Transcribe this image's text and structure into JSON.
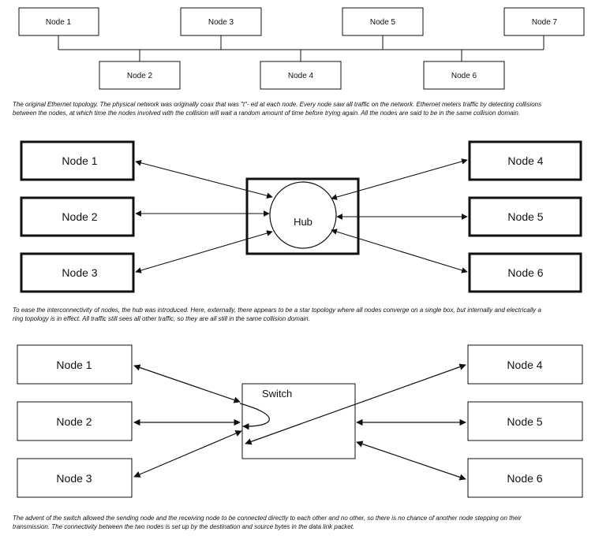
{
  "bus_diagram": {
    "nodes": [
      "Node 1",
      "Node 3",
      "Node 5",
      "Node 7",
      "Node 2",
      "Node 4",
      "Node 6"
    ],
    "caption": "The original Ethernet topology. The physical network was originally coax that was \"t\"- ed at each node. Every node saw all traffic on the network. Ethernet meters traffic by detecting collisions between the nodes, at which time the nodes involved with the collision will wait a random amount of time before trying again. All the nodes are said to be in the same collision domain."
  },
  "hub_diagram": {
    "hub_label": "Hub",
    "left_nodes": [
      "Node 1",
      "Node 2",
      "Node 3"
    ],
    "right_nodes": [
      "Node 4",
      "Node 5",
      "Node 6"
    ],
    "caption": "To ease the interconnectivity of nodes, the hub was introduced. Here, externally, there appears to be a star topology where all nodes converge on a single box, but internally and electrically a ring topology is in effect. All traffic still sees all other traffic, so they are all still in the same collision domain."
  },
  "switch_diagram": {
    "switch_label": "Switch",
    "left_nodes": [
      "Node 1",
      "Node 2",
      "Node 3"
    ],
    "right_nodes": [
      "Node 4",
      "Node 5",
      "Node 6"
    ],
    "caption": "The advent of the switch allowed the sending node and the receiving node to be connected directly to each other and no other, so there is no chance of another node stepping on their transmission. The connectivity between the two nodes is set up by the destination and source bytes in the data link packet."
  }
}
